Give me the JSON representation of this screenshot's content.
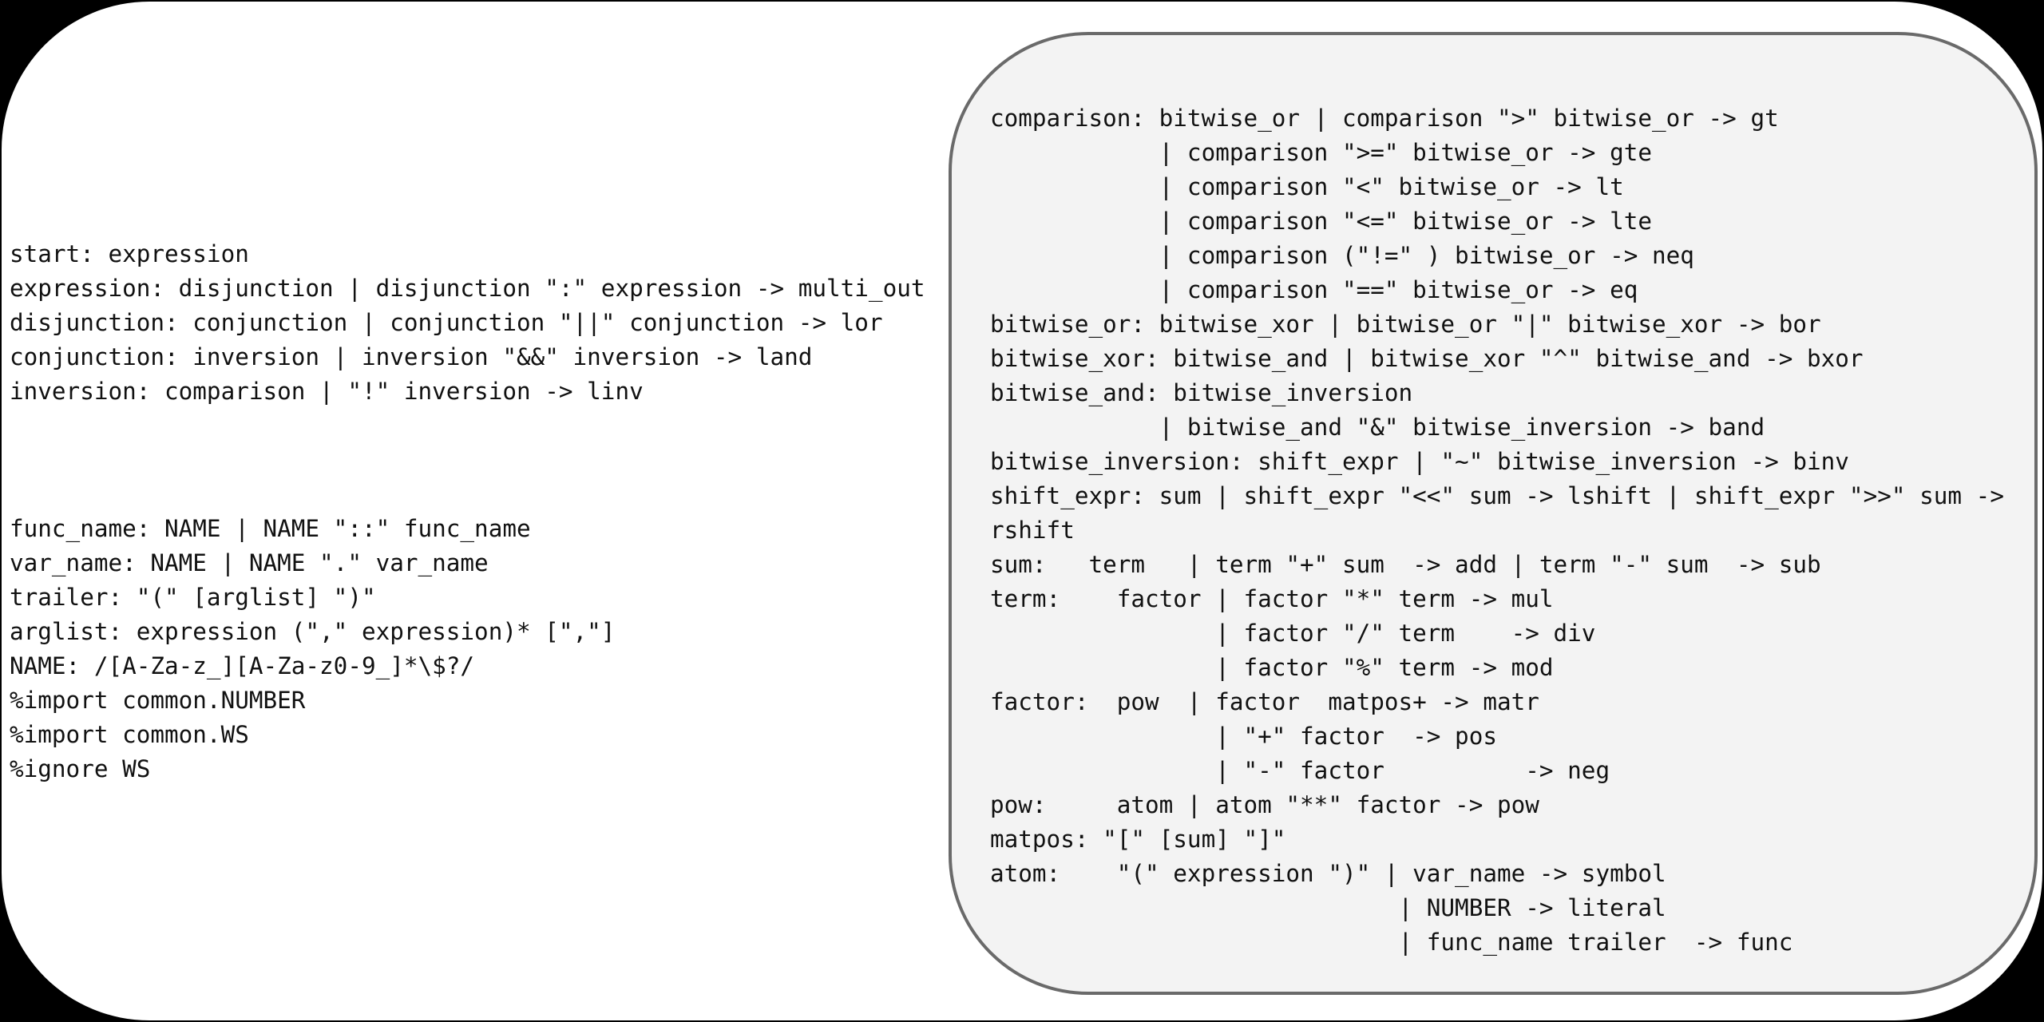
{
  "page": {
    "background": "#000000",
    "canvas_background": "#ffffff"
  },
  "left_grammar": {
    "lines": [
      "start: expression",
      "expression: disjunction | disjunction \":\" expression -> multi_out",
      "disjunction: conjunction | conjunction \"||\" conjunction -> lor",
      "conjunction: inversion | inversion \"&&\" inversion -> land",
      "inversion: comparison | \"!\" inversion -> linv",
      "",
      "",
      "",
      "func_name: NAME | NAME \"::\" func_name",
      "var_name: NAME | NAME \".\" var_name",
      "trailer: \"(\" [arglist] \")\"",
      "arglist: expression (\",\" expression)* [\",\"]",
      "NAME: /[A-Za-z_][A-Za-z0-9_]*\\$?/",
      "%import common.NUMBER",
      "%import common.WS",
      "%ignore WS"
    ]
  },
  "right_panel": {
    "background": "#f3f3f3",
    "border_color": "#6a6a6a",
    "lines": [
      "comparison: bitwise_or | comparison \">\" bitwise_or -> gt",
      "            | comparison \">=\" bitwise_or -> gte",
      "            | comparison \"<\" bitwise_or -> lt",
      "            | comparison \"<=\" bitwise_or -> lte",
      "            | comparison (\"!=\" ) bitwise_or -> neq",
      "            | comparison \"==\" bitwise_or -> eq",
      "bitwise_or: bitwise_xor | bitwise_or \"|\" bitwise_xor -> bor",
      "bitwise_xor: bitwise_and | bitwise_xor \"^\" bitwise_and -> bxor",
      "bitwise_and: bitwise_inversion",
      "            | bitwise_and \"&\" bitwise_inversion -> band",
      "bitwise_inversion: shift_expr | \"~\" bitwise_inversion -> binv",
      "shift_expr: sum | shift_expr \"<<\" sum -> lshift | shift_expr \">>\" sum ->",
      "rshift",
      "sum:   term   | term \"+\" sum  -> add | term \"-\" sum  -> sub",
      "term:    factor | factor \"*\" term -> mul",
      "                | factor \"/\" term    -> div",
      "                | factor \"%\" term -> mod",
      "factor:  pow  | factor  matpos+ -> matr",
      "                | \"+\" factor  -> pos",
      "                | \"-\" factor          -> neg",
      "pow:     atom | atom \"**\" factor -> pow",
      "matpos: \"[\" [sum] \"]\"",
      "atom:    \"(\" expression \")\" | var_name -> symbol",
      "                             | NUMBER -> literal",
      "                             | func_name trailer  -> func"
    ]
  }
}
